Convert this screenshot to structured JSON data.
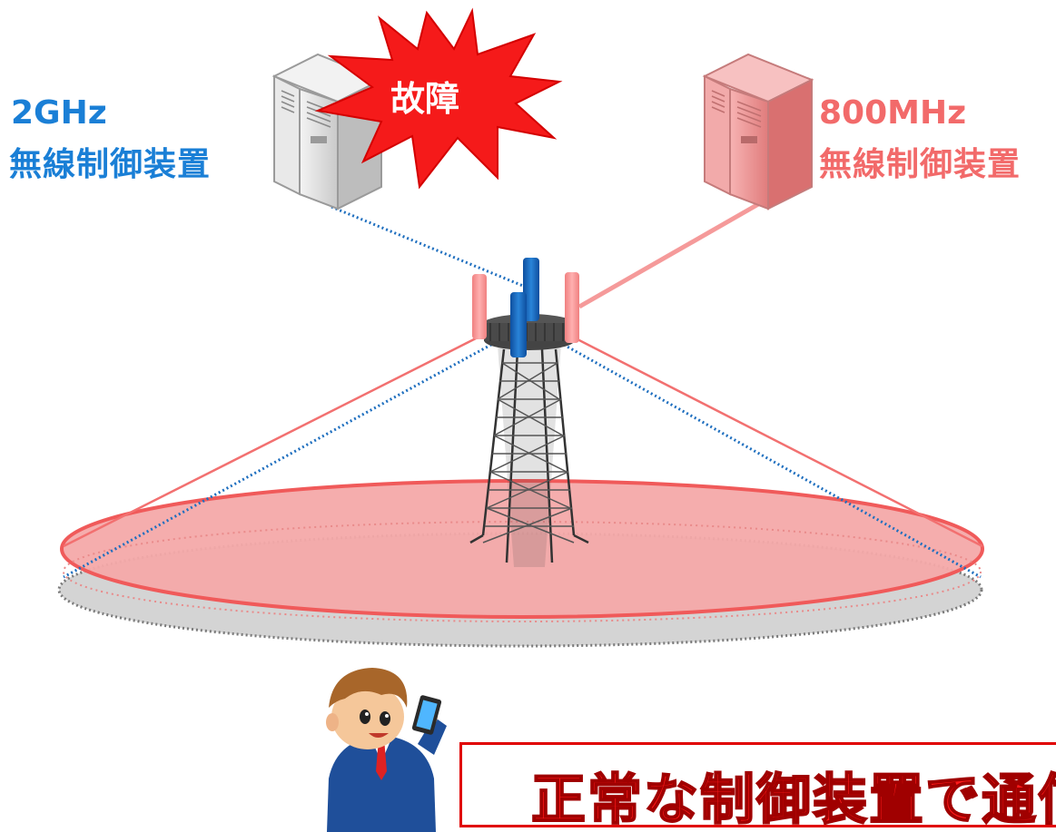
{
  "controllers": {
    "ghz2": {
      "freq": "2GHz",
      "name": "無線制御装置",
      "color": "#1a7fd6",
      "status": "故障"
    },
    "mhz800": {
      "freq": "800MHz",
      "name": "無線制御装置",
      "color": "#f26a6a"
    }
  },
  "message": "正常な制御装置で通信",
  "icons": [
    "server-icon",
    "failure-burst-icon",
    "antenna-tower-icon",
    "user-with-smartphone-icon"
  ]
}
